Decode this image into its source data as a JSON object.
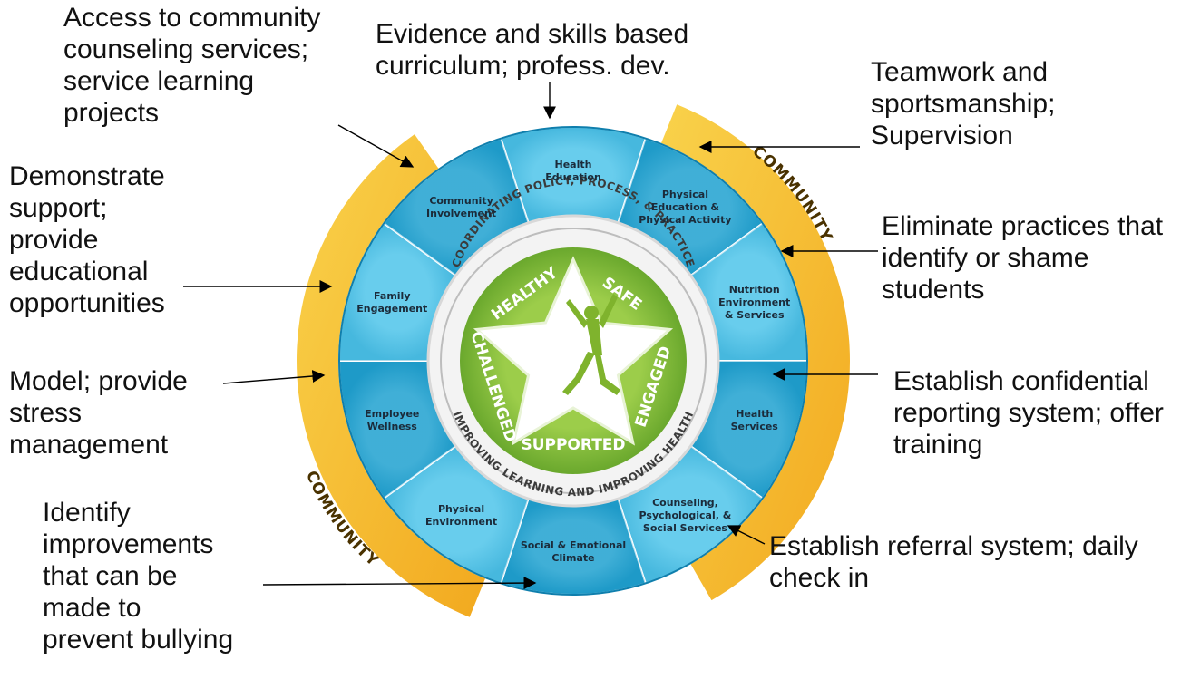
{
  "diagram": {
    "segments": [
      {
        "id": "health-education",
        "label": "Health\nEducation"
      },
      {
        "id": "physical-education",
        "label": "Physical\nEducation &\nPhysical Activity"
      },
      {
        "id": "nutrition",
        "label": "Nutrition\nEnvironment\n& Services"
      },
      {
        "id": "health-services",
        "label": "Health\nServices"
      },
      {
        "id": "counseling",
        "label": "Counseling,\nPsychological, &\nSocial Services"
      },
      {
        "id": "social-emotional",
        "label": "Social & Emotional\nClimate"
      },
      {
        "id": "physical-environment",
        "label": "Physical\nEnvironment"
      },
      {
        "id": "employee-wellness",
        "label": "Employee\nWellness"
      },
      {
        "id": "family-engagement",
        "label": "Family\nEngagement"
      },
      {
        "id": "community-involvement",
        "label": "Community\nInvolvement"
      }
    ],
    "ring_top": "COORDINATING POLICY, PROCESS, & PRACTICE",
    "ring_bottom": "IMPROVING LEARNING AND IMPROVING HEALTH",
    "star_words": [
      "HEALTHY",
      "SAFE",
      "ENGAGED",
      "SUPPORTED",
      "CHALLENGED"
    ],
    "community_label": "COMMUNITY"
  },
  "annotations": {
    "community_involvement": "Access to community\ncounseling services;\nservice learning\nprojects",
    "health_education": "Evidence and skills based\ncurriculum; profess. dev.",
    "physical_education": "Teamwork and\nsportsmanship;\nSupervision",
    "family_engagement": "Demonstrate\nsupport;\nprovide\neducational\nopportunities",
    "nutrition": "Eliminate practices that\nidentify or shame\nstudents",
    "employee_wellness": "Model; provide\nstress\nmanagement",
    "health_services": "Establish confidential\nreporting system; offer\ntraining",
    "social_emotional": "Identify\nimprovements\nthat can be\nmade to\nprevent bullying",
    "counseling": "Establish referral system; daily\ncheck in"
  },
  "colors": {
    "segment_light": "#5cc8ea",
    "segment_dark": "#1e9ac8",
    "community_band": "#f4b62b",
    "community_band_edge": "#f9d24b",
    "star_green": "#8cc33f",
    "star_green_dark": "#5a9a24",
    "ring_gray": "#ebebeb"
  }
}
